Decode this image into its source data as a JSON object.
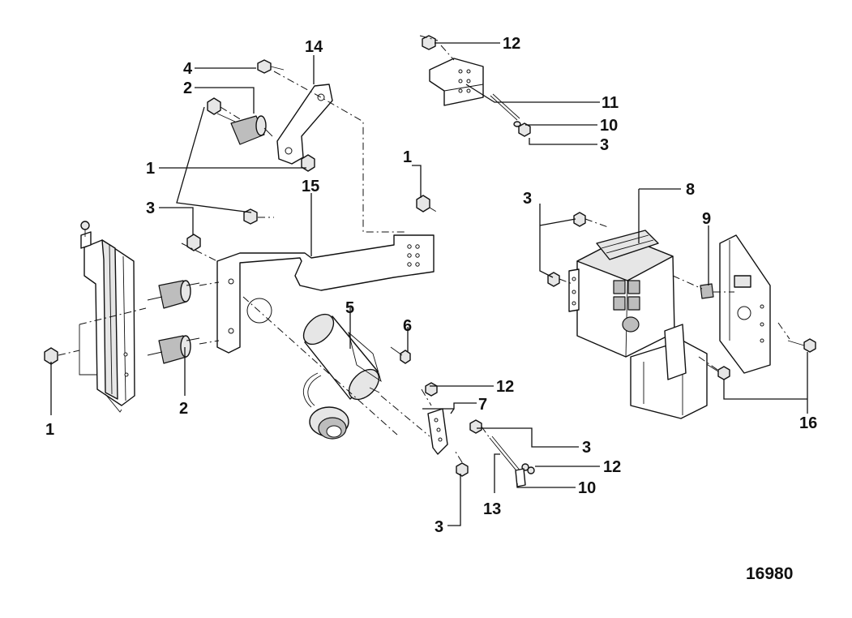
{
  "figure_id": "16980",
  "callouts": [
    {
      "id": "c14a",
      "text": "14"
    },
    {
      "id": "c4",
      "text": "4"
    },
    {
      "id": "c2a",
      "text": "2"
    },
    {
      "id": "c1a",
      "text": "1"
    },
    {
      "id": "c3a",
      "text": "3"
    },
    {
      "id": "c15",
      "text": "15"
    },
    {
      "id": "c1b",
      "text": "1"
    },
    {
      "id": "c12a",
      "text": "12"
    },
    {
      "id": "c11",
      "text": "11"
    },
    {
      "id": "c10a",
      "text": "10"
    },
    {
      "id": "c3b",
      "text": "3"
    },
    {
      "id": "c8",
      "text": "8"
    },
    {
      "id": "c3c",
      "text": "3"
    },
    {
      "id": "c9",
      "text": "9"
    },
    {
      "id": "c5",
      "text": "5"
    },
    {
      "id": "c6",
      "text": "6"
    },
    {
      "id": "c1c",
      "text": "1"
    },
    {
      "id": "c2b",
      "text": "2"
    },
    {
      "id": "c12b",
      "text": "12"
    },
    {
      "id": "c7",
      "text": "7"
    },
    {
      "id": "c3d",
      "text": "3"
    },
    {
      "id": "c12c",
      "text": "12"
    },
    {
      "id": "c10b",
      "text": "10"
    },
    {
      "id": "c13",
      "text": "13"
    },
    {
      "id": "c3e",
      "text": "3"
    },
    {
      "id": "c16",
      "text": "16"
    }
  ]
}
